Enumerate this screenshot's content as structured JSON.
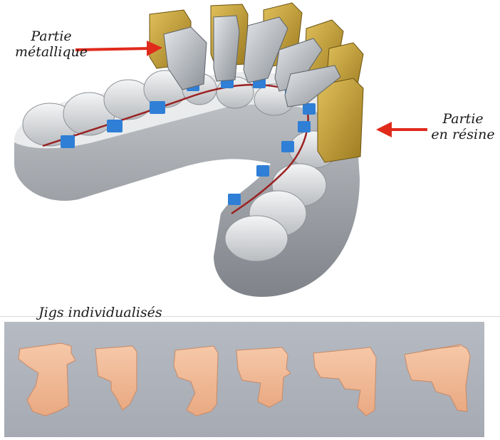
{
  "labels": {
    "metal_line1": "Partie",
    "metal_line2": "métallique",
    "resin_line1": "Partie",
    "resin_line2": "en résine",
    "jigs": "Jigs individualisés"
  },
  "colors": {
    "arrow": "#e02a1c",
    "resin": "#c9a43a",
    "metal": "#b9bec4",
    "bracket": "#2f7fd6",
    "wire": "#9a2222",
    "model_base": "#9a9ea4",
    "teeth": "#e4e6e8",
    "photo_bg": "#b8bcc4",
    "jig": "#f0b490"
  }
}
